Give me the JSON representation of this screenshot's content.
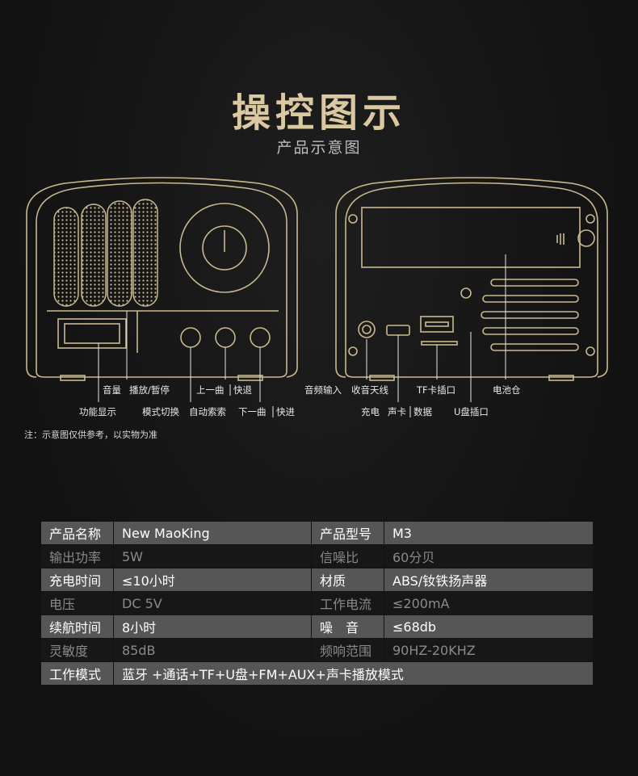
{
  "header": {
    "title": "操控图示",
    "subtitle": "产品示意图"
  },
  "labels": {
    "front_volume": "音量",
    "front_play": "播放/暂停",
    "front_prev": "上一曲",
    "front_rewind": "快退",
    "front_display": "功能显示",
    "front_mode": "模式切换",
    "front_autoscan": "自动索索",
    "front_next": "下一曲",
    "front_forward": "快进",
    "back_audio_in": "音频输入",
    "back_antenna": "收音天线",
    "back_tf": "TF卡插口",
    "back_battery": "电池仓",
    "back_charge": "充电",
    "back_soundcard": "声卡",
    "back_data": "数据",
    "back_usb": "U盘插口"
  },
  "note": "注：示意图仅供参考，以实物为准",
  "specs": {
    "rows": [
      {
        "style": "dark",
        "k1": "产品名称",
        "v1": "New MaoKing",
        "k2": "产品型号",
        "v2": "M3"
      },
      {
        "style": "light",
        "k1": "输出功率",
        "v1": "5W",
        "k2": "信噪比",
        "v2": "60分贝"
      },
      {
        "style": "dark",
        "k1": "充电时间",
        "v1": "≤10小时",
        "k2": "材质",
        "v2": "ABS/钕铁扬声器"
      },
      {
        "style": "light",
        "k1": "电压",
        "v1": "DC 5V",
        "k2": "工作电流",
        "v2": "≤200mA"
      },
      {
        "style": "dark",
        "k1": "续航时间",
        "v1": "8小时",
        "k2": "噪　音",
        "v2": "≤68db"
      },
      {
        "style": "light",
        "k1": "灵敏度",
        "v1": "85dB",
        "k2": "频响范围",
        "v2": "90HZ-20KHZ"
      }
    ],
    "mode": {
      "k": "工作模式",
      "v": "蓝牙 +通话+TF+U盘+FM+AUX+声卡播放模式"
    }
  },
  "colors": {
    "background": "#121212",
    "gold": "#d9c8a0",
    "line": "#c9b98f",
    "row_dark": "#565656",
    "row_light": "#171717"
  }
}
